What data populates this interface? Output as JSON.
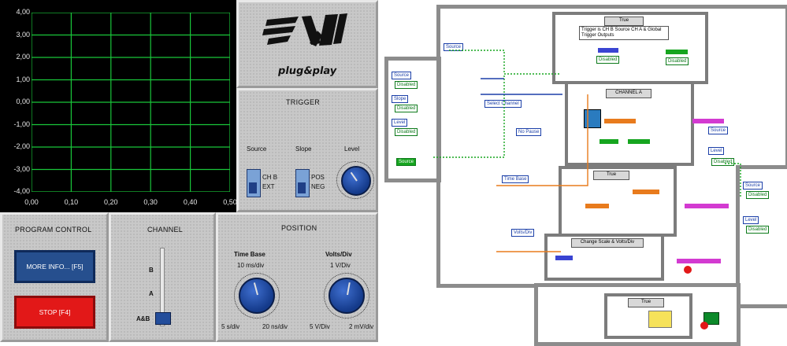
{
  "graph": {
    "y_ticks": [
      "4,00",
      "3,00",
      "2,00",
      "1,00",
      "0,00",
      "-1,00",
      "-2,00",
      "-3,00",
      "-4,00"
    ],
    "x_ticks": [
      "0,00",
      "0,10",
      "0,20",
      "0,30",
      "0,40",
      "0,50"
    ],
    "grid_color": "#19c63a",
    "background": "#000000"
  },
  "logo": {
    "mark": "VXI",
    "tagline": "plug&play"
  },
  "trigger": {
    "title": "TRIGGER",
    "source_label": "Source",
    "source_options": [
      "CH B",
      "EXT"
    ],
    "slope_label": "Slope",
    "slope_options": [
      "POS",
      "NEG"
    ],
    "level_label": "Level"
  },
  "program_control": {
    "title": "PROGRAM CONTROL",
    "more_info_label": "MORE INFO... [F5]",
    "stop_label": "STOP [F4]",
    "more_info_color": "#264f8e",
    "stop_color": "#e21818"
  },
  "channel": {
    "title": "CHANNEL",
    "marks": [
      "B",
      "A",
      "A&B"
    ]
  },
  "position": {
    "title": "POSITION",
    "time_base": {
      "label": "Time Base",
      "top": "10 ms/div",
      "min": "5 s/div",
      "max": "20 ns/div"
    },
    "volts_div": {
      "label": "Volts/Div",
      "top": "1 V/Div",
      "min": "5 V/Div",
      "max": "2 mV/div"
    }
  },
  "diagram": {
    "source_label": "Source",
    "true_case": "True",
    "note_text": "Trigger is CH B Source CH A & Global Trigger Outputs",
    "select_channel": "Select Channel",
    "channel_a": "CHANNEL A",
    "no_pause": "No Pause",
    "time_base": "Time Base",
    "volts_div": "Volts/Div",
    "change_scale": "Change Scale & Volts/Div",
    "terminals": [
      "Source",
      "Disabled",
      "Slope",
      "Disabled",
      "Level",
      "Disabled",
      "Disabled",
      "Disabled",
      "Disabled",
      "Level",
      "Source",
      "Disabled",
      "Disabled"
    ]
  }
}
